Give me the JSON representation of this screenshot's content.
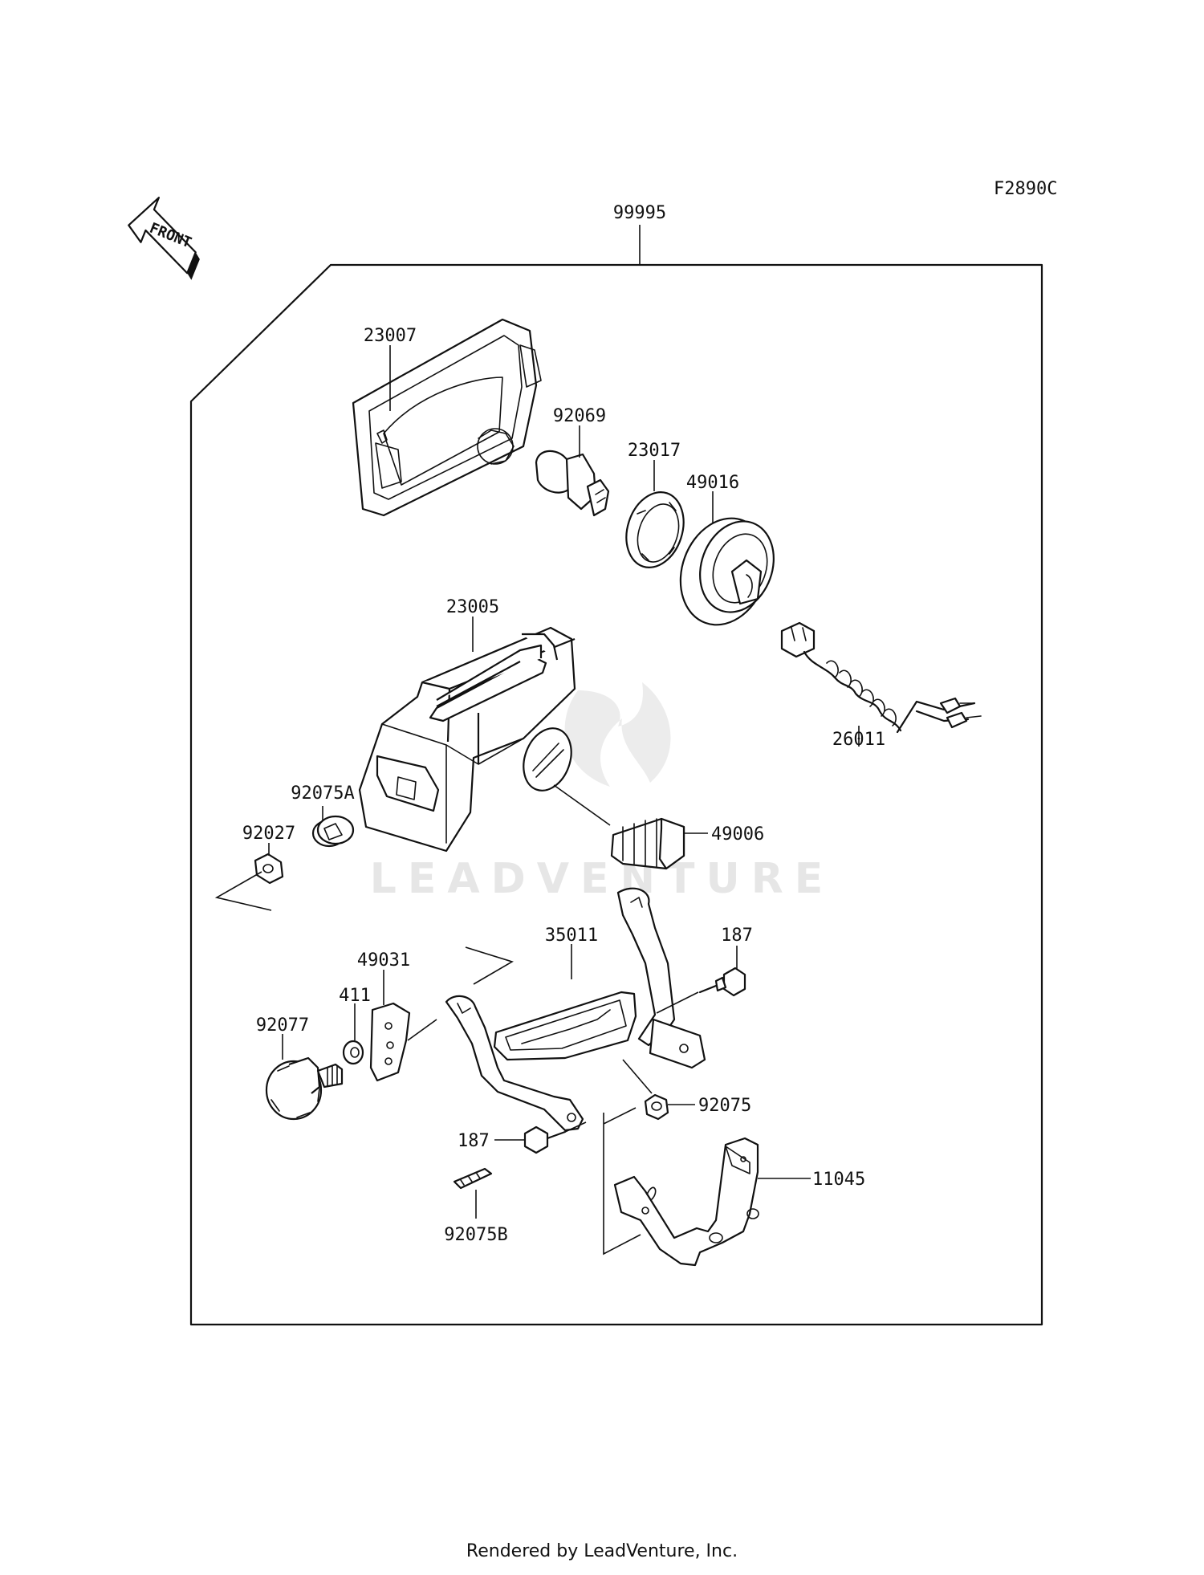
{
  "figure_code": "F2890C",
  "front_label": "FRONT",
  "watermark": "LEADVENTURE",
  "footer": "Rendered by LeadVenture, Inc.",
  "parts": [
    {
      "id": "99995",
      "label": "99995"
    },
    {
      "id": "23007",
      "label": "23007"
    },
    {
      "id": "92069",
      "label": "92069"
    },
    {
      "id": "23017",
      "label": "23017"
    },
    {
      "id": "49016",
      "label": "49016"
    },
    {
      "id": "23005",
      "label": "23005"
    },
    {
      "id": "26011",
      "label": "26011"
    },
    {
      "id": "92075A",
      "label": "92075A"
    },
    {
      "id": "92027",
      "label": "92027"
    },
    {
      "id": "49006",
      "label": "49006"
    },
    {
      "id": "35011",
      "label": "35011"
    },
    {
      "id": "187a",
      "label": "187"
    },
    {
      "id": "49031",
      "label": "49031"
    },
    {
      "id": "411",
      "label": "411"
    },
    {
      "id": "92077",
      "label": "92077"
    },
    {
      "id": "92075",
      "label": "92075"
    },
    {
      "id": "187b",
      "label": "187"
    },
    {
      "id": "11045",
      "label": "11045"
    },
    {
      "id": "92075B",
      "label": "92075B"
    }
  ]
}
